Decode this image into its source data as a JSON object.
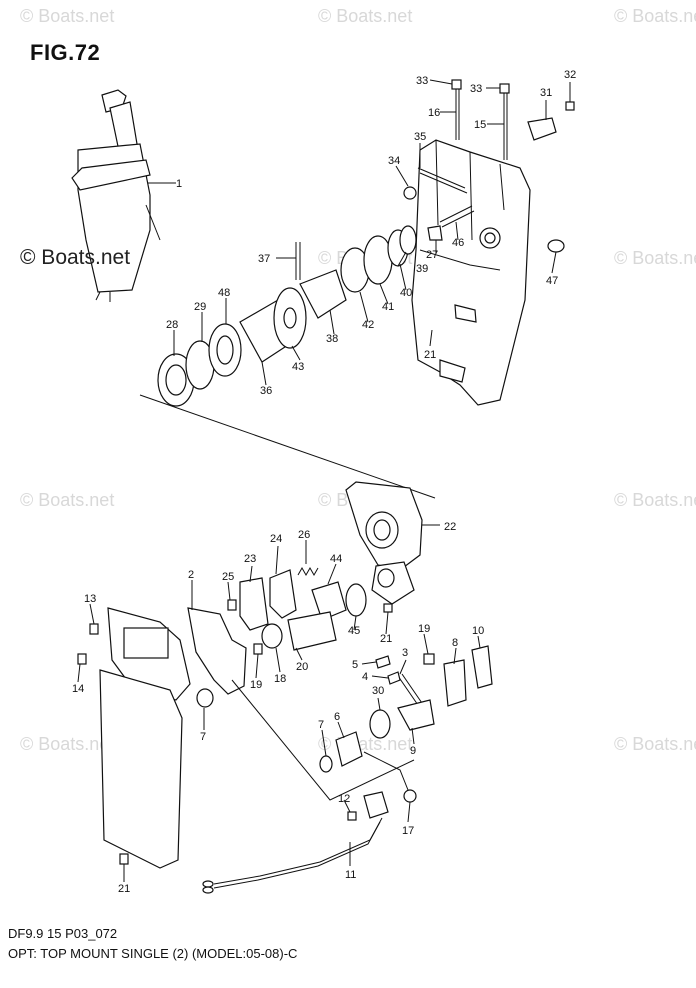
{
  "figure": {
    "title": "FIG.72",
    "code": "DF9.9 15 P03_072",
    "caption": "OPT: TOP MOUNT SINGLE (2) (MODEL:05-08)-C"
  },
  "watermark": {
    "text": "© Boats.net",
    "prominent_text": "© Boats.net"
  },
  "callouts": [
    "1",
    "2",
    "3",
    "4",
    "5",
    "6",
    "7",
    "7",
    "8",
    "9",
    "10",
    "11",
    "12",
    "13",
    "14",
    "15",
    "16",
    "17",
    "18",
    "19",
    "19",
    "20",
    "21",
    "21",
    "21",
    "22",
    "23",
    "24",
    "25",
    "26",
    "27",
    "28",
    "29",
    "30",
    "31",
    "32",
    "33",
    "33",
    "34",
    "35",
    "36",
    "37",
    "38",
    "39",
    "40",
    "41",
    "42",
    "43",
    "44",
    "45",
    "46",
    "47",
    "48"
  ]
}
